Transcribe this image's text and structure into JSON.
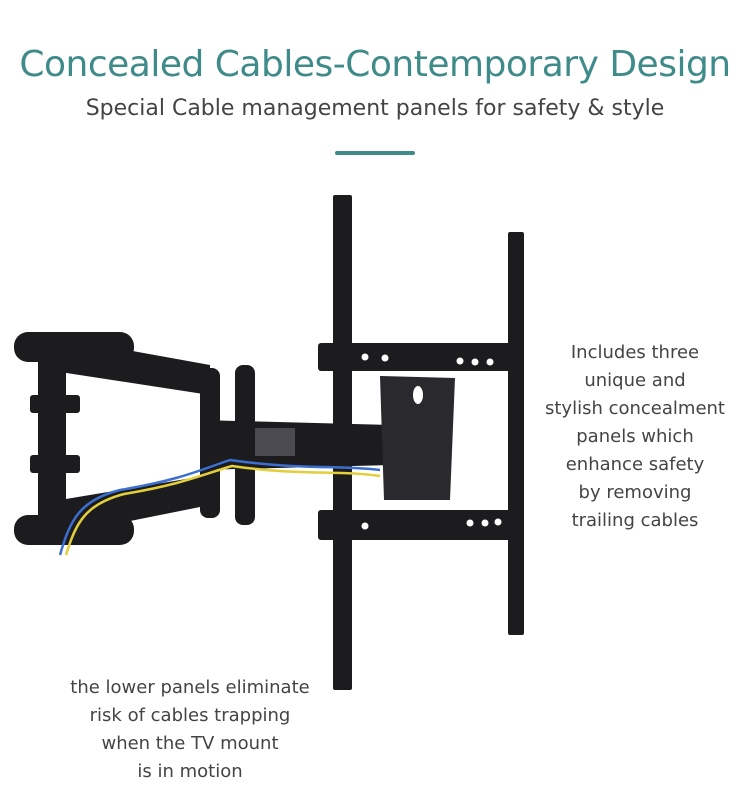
{
  "header": {
    "title": "Concealed Cables-Contemporary Design",
    "subtitle": "Special Cable management panels for safety & style"
  },
  "notes": {
    "right": [
      "Includes three",
      "unique and",
      "stylish concealment",
      "panels which",
      "enhance safety",
      "by removing",
      "trailing cables"
    ],
    "bottom": [
      "the lower panels eliminate",
      "risk of cables trapping",
      "when the TV mount",
      "is in motion"
    ]
  },
  "colors": {
    "accent": "#3f8b8a",
    "text": "#444444",
    "mount": "#1c1c1e"
  }
}
